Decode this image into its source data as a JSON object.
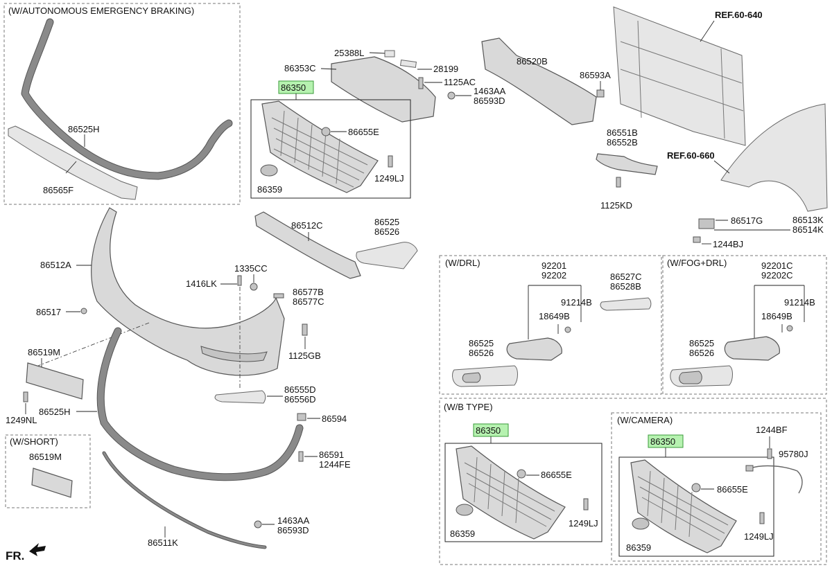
{
  "diagram": {
    "sections": {
      "aeb": "(W/AUTONOMOUS EMERGENCY BRAKING)",
      "drl": "(W/DRL)",
      "fog_drl": "(W/FOG+DRL)",
      "b_type": "(W/B TYPE)",
      "camera": "(W/CAMERA)",
      "short": "(W/SHORT)"
    },
    "references": {
      "ref_640": "REF.60-640",
      "ref_660": "REF.60-660"
    },
    "orientation": "FR.",
    "labels": {
      "p86525H_top": "86525H",
      "p86565F": "86565F",
      "p25388L": "25388L",
      "p28199": "28199",
      "p86353C": "86353C",
      "p1125AC": "1125AC",
      "p1463AA_top": "1463AA",
      "p86593D_top": "86593D",
      "p86520B": "86520B",
      "p86593A": "86593A",
      "p86350_main": "86350",
      "p86655E_main": "86655E",
      "p86359_main": "86359",
      "p1249LJ_main": "1249LJ",
      "p86551B": "86551B",
      "p86552B": "86552B",
      "p1125KD": "1125KD",
      "p86512C": "86512C",
      "p86525_right": "86525",
      "p86526_right": "86526",
      "p86517G": "86517G",
      "p86513K": "86513K",
      "p86514K": "86514K",
      "p1244BJ": "1244BJ",
      "p86512A": "86512A",
      "p1335CC": "1335CC",
      "p1416LK": "1416LK",
      "p86577B": "86577B",
      "p86577C": "86577C",
      "p86517": "86517",
      "p1125GB": "1125GB",
      "p86519M": "86519M",
      "p1249NL": "1249NL",
      "p86525H_bottom": "86525H",
      "p86555D": "86555D",
      "p86556D": "86556D",
      "p86594": "86594",
      "p86591": "86591",
      "p1244FE": "1244FE",
      "p86519M_short": "86519M",
      "p86511K": "86511K",
      "p1463AA_bottom": "1463AA",
      "p86593D_bottom": "86593D",
      "drl_92201": "92201",
      "drl_92202": "92202",
      "drl_86527C": "86527C",
      "drl_86528B": "86528B",
      "drl_91214B": "91214B",
      "drl_18649B": "18649B",
      "drl_86525": "86525",
      "drl_86526": "86526",
      "fog_92201C": "92201C",
      "fog_92202C": "92202C",
      "fog_91214B": "91214B",
      "fog_18649B": "18649B",
      "fog_86525": "86525",
      "fog_86526": "86526",
      "btype_86350": "86350",
      "btype_86655E": "86655E",
      "btype_86359": "86359",
      "btype_1249LJ": "1249LJ",
      "cam_86350": "86350",
      "cam_1244BF": "1244BF",
      "cam_95780J": "95780J",
      "cam_86655E": "86655E",
      "cam_86359": "86359",
      "cam_1249LJ": "1249LJ"
    }
  }
}
